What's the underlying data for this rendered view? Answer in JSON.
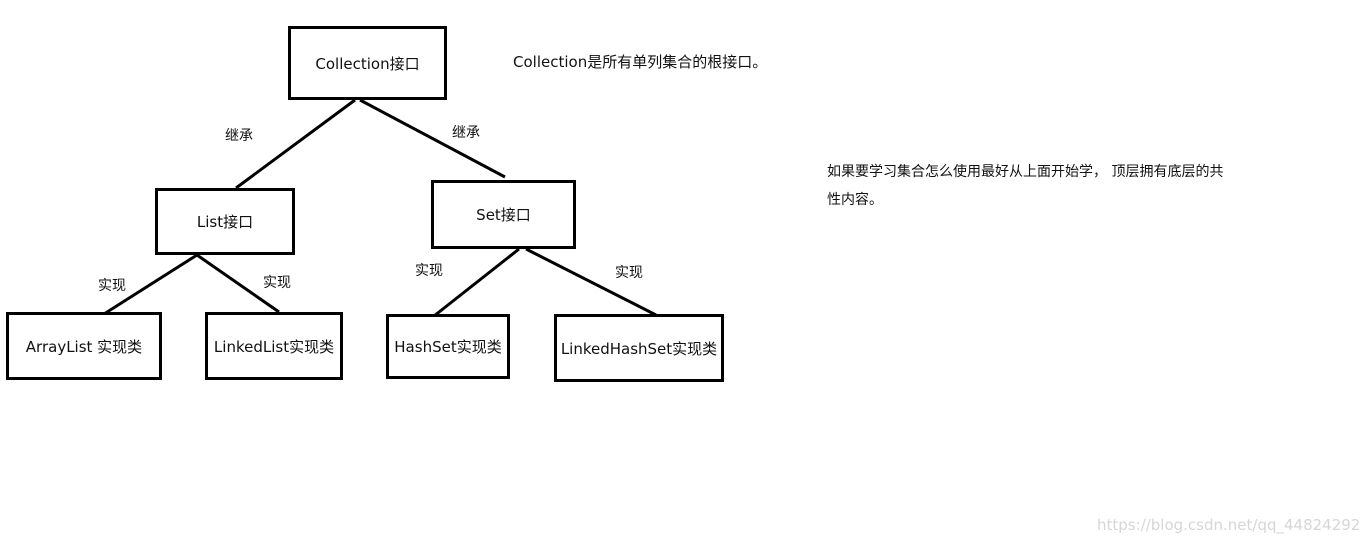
{
  "nodes": {
    "collection": "Collection接口",
    "list": "List接口",
    "set": "Set接口",
    "arraylist": "ArrayList 实现类",
    "linkedlist": "LinkedList实现类",
    "hashset": "HashSet实现类",
    "linkedhashset": "LinkedHashSet实现类"
  },
  "edges": {
    "collection_list": "继承",
    "collection_set": "继承",
    "list_arraylist": "实现",
    "list_linkedlist": "实现",
    "set_hashset": "实现",
    "set_linkedhashset": "实现"
  },
  "notes": {
    "root_note": "Collection是所有单列集合的根接口。",
    "study_note_line1": "如果要学习集合怎么使用最好从上面开始学， 顶层拥有底层的共",
    "study_note_line2": "性内容。"
  },
  "watermark": "https://blog.csdn.net/qq_44824292"
}
